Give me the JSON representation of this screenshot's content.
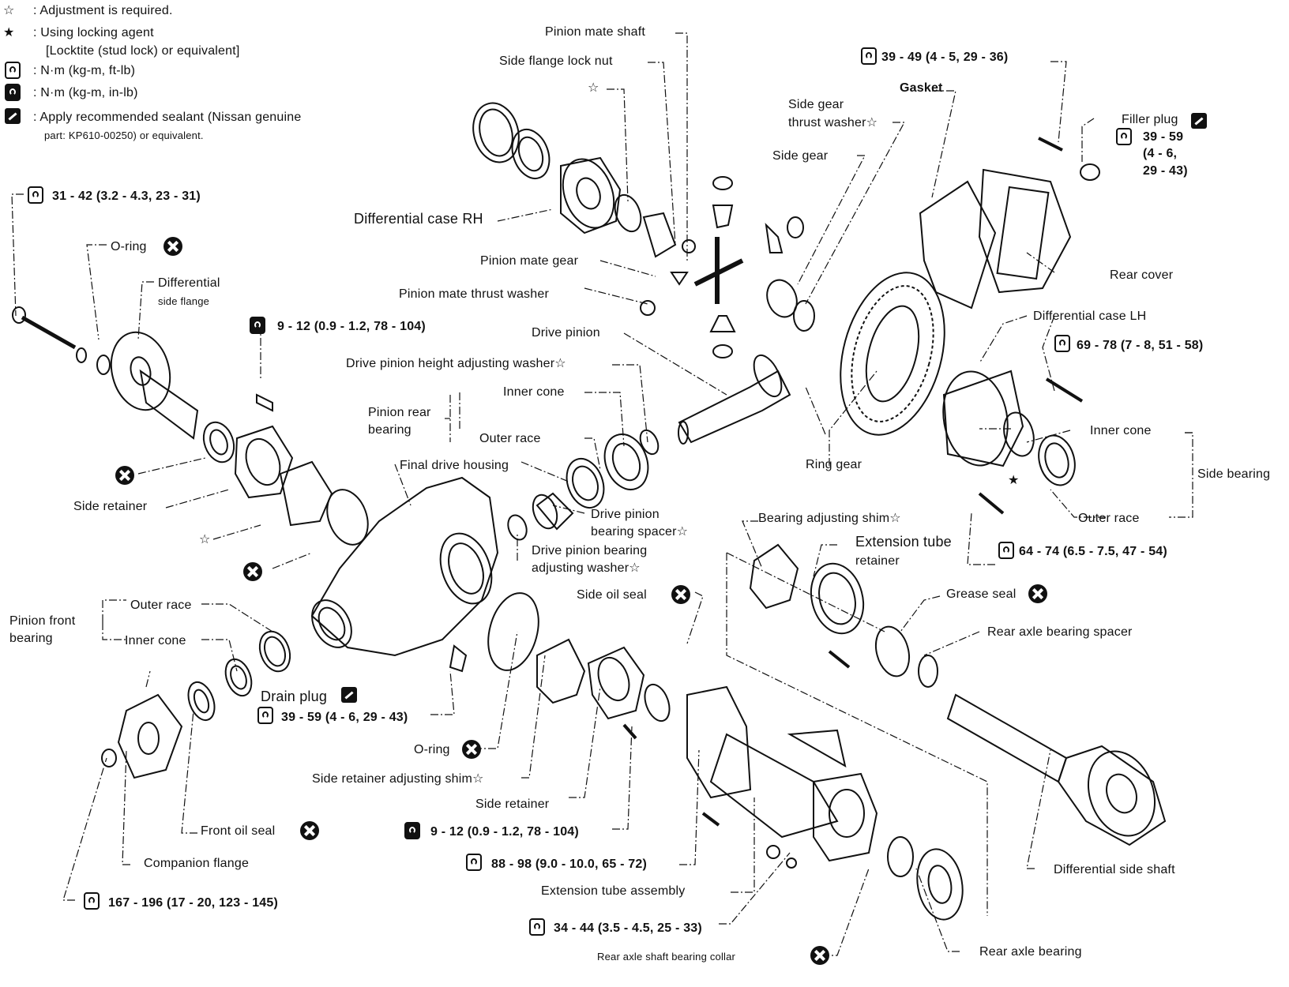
{
  "legend": {
    "adj_symbol": "☆",
    "adj_text": ": Adjustment is required.",
    "lock_symbol": "★",
    "lock_text_1": ": Using locking agent",
    "lock_text_2": "[Locktite (stud lock) or equivalent]",
    "torque_nm_text": ": N·m (kg-m, ft-lb)",
    "torque_in_text": ": N·m (kg-m, in-lb)",
    "sealant_text_1": ": Apply recommended sealant (Nissan genuine",
    "sealant_text_2": "part: KP610-00250) or equivalent."
  },
  "labels": {
    "pinion_mate_shaft": "Pinion mate shaft",
    "side_flange_lock_nut": "Side flange lock nut",
    "star_top": "☆",
    "differential_case_rh": "Differential case RH",
    "pinion_mate_gear": "Pinion mate gear",
    "pinion_mate_thrust_washer": "Pinion mate thrust washer",
    "drive_pinion": "Drive pinion",
    "drive_pinion_height_washer": "Drive pinion height adjusting washer☆",
    "inner_cone_top": "Inner cone",
    "pinion_rear_bearing_1": "Pinion rear",
    "pinion_rear_bearing_2": "bearing",
    "outer_race_top": "Outer race",
    "final_drive_housing": "Final drive housing",
    "drive_pinion_bearing_spacer_1": "Drive pinion",
    "drive_pinion_bearing_spacer_2": "bearing spacer☆",
    "drive_pinion_bearing_washer_1": "Drive pinion bearing",
    "drive_pinion_bearing_washer_2": "adjusting washer☆",
    "side_oil_seal": "Side oil seal",
    "gasket": "Gasket",
    "side_gear_thrust_washer_1": "Side gear",
    "side_gear_thrust_washer_2": "thrust washer☆",
    "side_gear": "Side gear",
    "filler_plug": "Filler plug",
    "rear_cover": "Rear cover",
    "differential_case_lh": "Differential case LH",
    "ring_gear": "Ring gear",
    "inner_cone_right": "Inner cone",
    "side_bearing": "Side bearing",
    "outer_race_right": "Outer race",
    "bearing_adjusting_shim": "Bearing adjusting shim☆",
    "extension_tube_retainer_1": "Extension tube",
    "extension_tube_retainer_2": "retainer",
    "grease_seal": "Grease seal",
    "rear_axle_bearing_spacer": "Rear axle bearing spacer",
    "o_ring_left": "O-ring",
    "differential_side_flange_1": "Differential",
    "differential_side_flange_2": "side flange",
    "side_retainer_left": "Side retainer",
    "star_left": "☆",
    "pinion_front_bearing_1": "Pinion front",
    "pinion_front_bearing_2": "bearing",
    "outer_race_left": "Outer race",
    "inner_cone_left": "Inner cone",
    "drain_plug": "Drain plug",
    "o_ring_center": "O-ring",
    "side_retainer_adjusting_shim": "Side retainer adjusting shim☆",
    "side_retainer_center": "Side retainer",
    "front_oil_seal": "Front oil seal",
    "companion_flange": "Companion flange",
    "extension_tube_assembly": "Extension tube assembly",
    "rear_axle_shaft_bearing_collar": "Rear axle shaft bearing collar",
    "rear_axle_bearing": "Rear axle bearing",
    "differential_side_shaft": "Differential side shaft",
    "lock_star": "★"
  },
  "torques": {
    "t_31_42": "31 - 42 (3.2 - 4.3, 23 - 31)",
    "t_9_12_top": "9 - 12 (0.9 - 1.2, 78 - 104)",
    "t_39_49": "39 - 49 (4 - 5, 29 - 36)",
    "t_filler_1": "39 - 59",
    "t_filler_2": "(4 - 6,",
    "t_filler_3": "29 - 43)",
    "t_69_78": "69 - 78 (7 - 8, 51 - 58)",
    "t_64_74": "64 - 74 (6.5 - 7.5, 47 - 54)",
    "t_drain": "39 - 59 (4 - 6, 29 - 43)",
    "t_9_12_bottom": "9 - 12 (0.9 - 1.2, 78 - 104)",
    "t_88_98": "88 - 98 (9.0 - 10.0, 65 - 72)",
    "t_167_196": "167 - 196 (17 - 20, 123 - 145)",
    "t_34_44": "34 - 44 (3.5 - 4.5, 25 - 33)"
  }
}
